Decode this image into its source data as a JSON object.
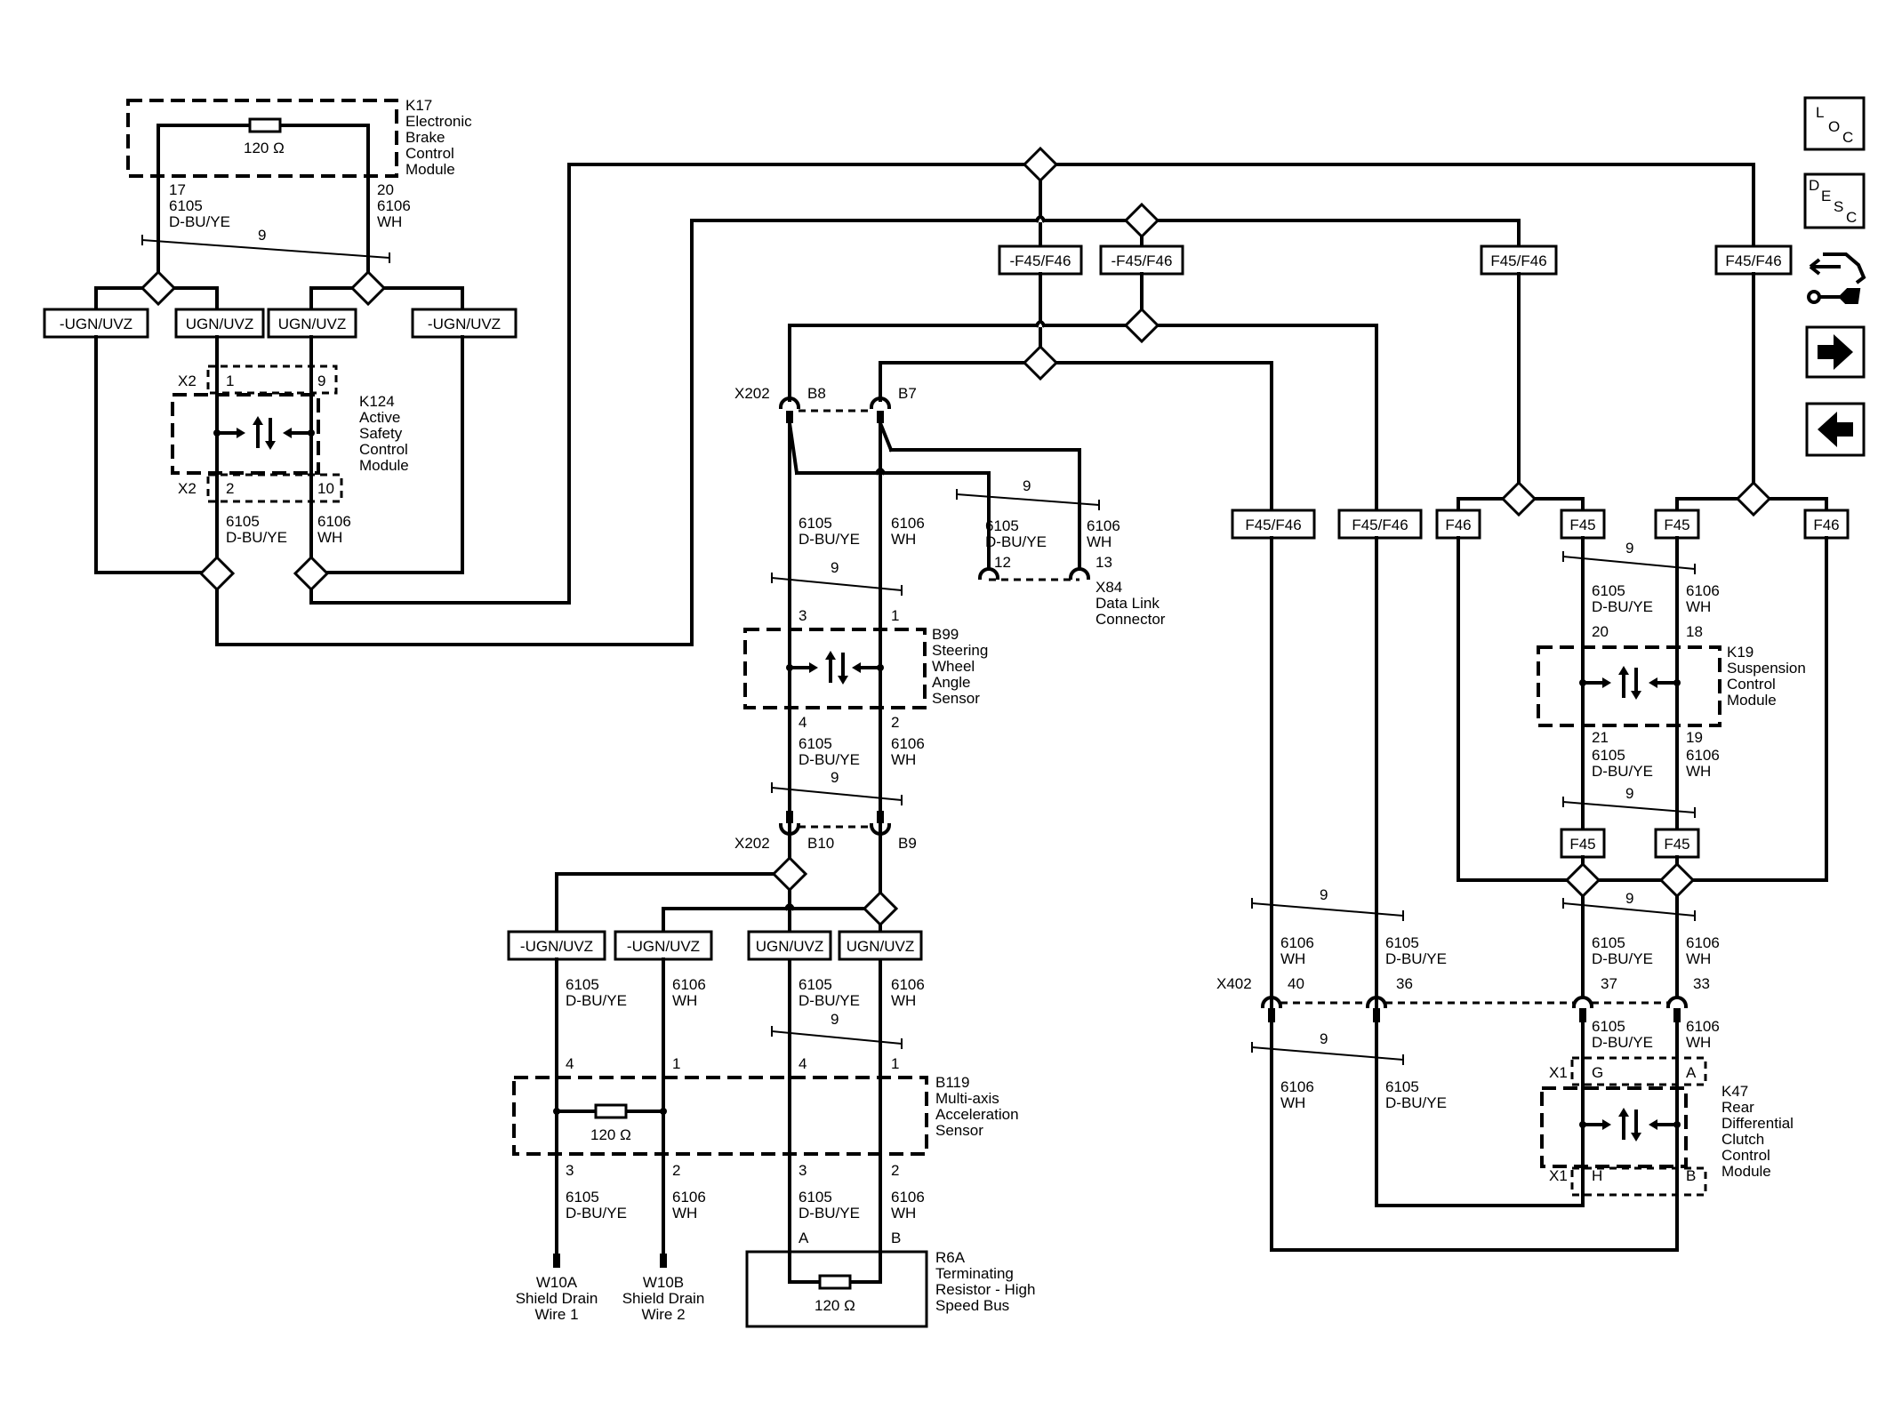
{
  "modules": {
    "k17": {
      "ref": "K17",
      "lines": [
        "Electronic",
        "Brake",
        "Control",
        "Module"
      ],
      "resistor": "120 Ω",
      "pins": [
        "17",
        "20"
      ],
      "w1": [
        "6105",
        "D-BU/YE"
      ],
      "w2": [
        "6106",
        "WH"
      ],
      "twist": "9"
    },
    "k124": {
      "ref": "K124",
      "lines": [
        "Active",
        "Safety",
        "Control",
        "Module"
      ],
      "conn_top": "X2",
      "conn_bottom": "X2",
      "pins_top": [
        "1",
        "9"
      ],
      "pins_bottom": [
        "2",
        "10"
      ],
      "w1": [
        "6105",
        "D-BU/YE"
      ],
      "w2": [
        "6106",
        "WH"
      ]
    },
    "b99": {
      "ref": "B99",
      "lines": [
        "Steering",
        "Wheel",
        "Angle",
        "Sensor"
      ],
      "pins_top": [
        "3",
        "1"
      ],
      "pins_bottom": [
        "4",
        "2"
      ],
      "w1": [
        "6105",
        "D-BU/YE"
      ],
      "w2": [
        "6106",
        "WH"
      ],
      "twist_top": "9",
      "twist_bottom": "9"
    },
    "x84": {
      "ref": "X84",
      "lines": [
        "Data Link",
        "Connector"
      ],
      "pins": [
        "12",
        "13"
      ],
      "w1": [
        "6105",
        "D-BU/YE"
      ],
      "w2": [
        "6106",
        "WH"
      ],
      "twist": "9"
    },
    "b119": {
      "ref": "B119",
      "lines": [
        "Multi-axis",
        "Acceleration",
        "Sensor"
      ],
      "resistor": "120 Ω",
      "pins_top": [
        "4",
        "1",
        "4",
        "1"
      ],
      "pins_bottom": [
        "3",
        "2",
        "3",
        "2"
      ],
      "w1": [
        "6105",
        "D-BU/YE"
      ],
      "w2": [
        "6106",
        "WH"
      ],
      "twist": "9"
    },
    "r6a": {
      "ref": "R6A",
      "lines": [
        "Terminating",
        "Resistor - High",
        "Speed Bus"
      ],
      "resistor": "120 Ω",
      "pins": [
        "A",
        "B"
      ],
      "w1": [
        "6105",
        "D-BU/YE"
      ],
      "w2": [
        "6106",
        "WH"
      ]
    },
    "w10a": {
      "ref": "W10A",
      "lines": [
        "Shield Drain",
        "Wire 1"
      ]
    },
    "w10b": {
      "ref": "W10B",
      "lines": [
        "Shield Drain",
        "Wire 2"
      ]
    },
    "k19": {
      "ref": "K19",
      "lines": [
        "Suspension",
        "Control",
        "Module"
      ],
      "pins_top": [
        "20",
        "18"
      ],
      "pins_bottom": [
        "21",
        "19"
      ],
      "w1": [
        "6105",
        "D-BU/YE"
      ],
      "w2": [
        "6106",
        "WH"
      ],
      "twist_top": "9",
      "twist_bottom": "9"
    },
    "k47": {
      "ref": "K47",
      "lines": [
        "Rear",
        "Differential",
        "Clutch",
        "Control",
        "Module"
      ],
      "conn_top": "X1",
      "conn_bottom": "X1",
      "pins_top": [
        "G",
        "A"
      ],
      "pins_bottom": [
        "H",
        "B"
      ],
      "w1": [
        "6105",
        "D-BU/YE"
      ],
      "w2": [
        "6106",
        "WH"
      ]
    }
  },
  "connectors": {
    "x202": {
      "ref": "X202",
      "top_pins": [
        "B8",
        "B7"
      ],
      "bottom_pins": [
        "B10",
        "B9"
      ]
    },
    "x402": {
      "ref": "X402",
      "pins": [
        "40",
        "36",
        "37",
        "33"
      ],
      "twist_top": "9",
      "twist_bottom": "9",
      "twist_mid": "9"
    }
  },
  "options": {
    "ugn_uvz": "UGN/UVZ",
    "not_ugn_uvz": "-UGN/UVZ",
    "f45_f46": "F45/F46",
    "not_f45_f46": "-F45/F46",
    "f45": "F45",
    "f46": "F46"
  },
  "wires": {
    "w1": [
      "6105",
      "D-BU/YE"
    ],
    "w2": [
      "6106",
      "WH"
    ],
    "twist": "9"
  },
  "nav": {
    "loc": {
      "letters": [
        "L",
        "O",
        "C"
      ],
      "icon": "location-icon"
    },
    "desc": {
      "letters": [
        "D",
        "E",
        "S",
        "C"
      ],
      "icon": "description-icon"
    },
    "diag": {
      "icon": "diagnostic-wrench-car-icon"
    },
    "next": {
      "icon": "arrow-right-icon"
    },
    "prev": {
      "icon": "arrow-left-icon"
    }
  }
}
